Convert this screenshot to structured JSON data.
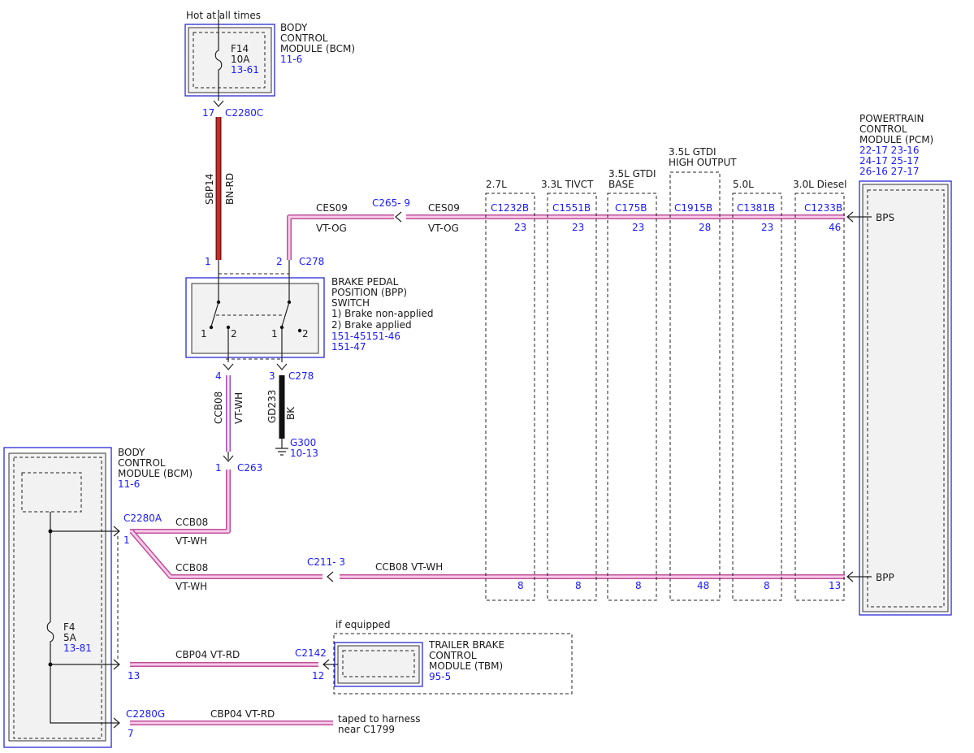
{
  "diagram": {
    "hot_label": "Hot at all times",
    "bcm_top": {
      "name_lines": [
        "BODY",
        "CONTROL",
        "MODULE (BCM)"
      ],
      "ref": "11-6",
      "fuse": "F14",
      "fuse_rating": "10A",
      "fuse_ref": "13-61"
    },
    "conn_c2280c": {
      "pin": "17",
      "id": "C2280C"
    },
    "wire_sbp14": {
      "circuit": "SBP14",
      "color": "BN-RD"
    },
    "ces09_left": {
      "circuit": "CES09",
      "color": "VT-OG"
    },
    "c265": "C265- 9",
    "ces09_right": {
      "circuit": "CES09",
      "color": "VT-OG"
    },
    "bpp": {
      "pin1": "1",
      "pin2": "2",
      "conn": "C278",
      "name_lines": [
        "BRAKE PEDAL",
        "POSITION (BPP)",
        "SWITCH",
        "1) Brake non-applied",
        "2) Brake applied"
      ],
      "ref_lines": [
        "151-45151-46",
        "151-47"
      ],
      "sw_labels": [
        "1",
        "2",
        "1",
        "2"
      ],
      "bottom_pin4": "4",
      "bottom_pin3": "3",
      "bottom_conn": "C278"
    },
    "wire_ccb08_v": {
      "circuit": "CCB08",
      "color": "VT-WH"
    },
    "wire_gd233": {
      "circuit": "GD233",
      "color": "BK"
    },
    "ground": {
      "id": "G300",
      "ref": "10-13"
    },
    "conn_c263": {
      "pin": "1",
      "id": "C263"
    },
    "bcm_bottom": {
      "name_lines": [
        "BODY",
        "CONTROL",
        "MODULE (BCM)"
      ],
      "ref": "11-6",
      "fuse": "F4",
      "fuse_rating": "5A",
      "fuse_ref": "13-81"
    },
    "conn_c2280a": {
      "id": "C2280A",
      "pin": "1"
    },
    "ccb08_upper": {
      "circuit": "CCB08",
      "color": "VT-WH"
    },
    "ccb08_lower": {
      "circuit": "CCB08",
      "color": "VT-WH"
    },
    "c211": "C211- 3",
    "ccb08_right": "CCB08  VT-WH",
    "engines": [
      {
        "name_lines": [
          "2.7L"
        ],
        "conn": "C1232B",
        "pin_top": "23",
        "pin_bottom": "8"
      },
      {
        "name_lines": [
          "3.3L TIVCT"
        ],
        "conn": "C1551B",
        "pin_top": "23",
        "pin_bottom": "8"
      },
      {
        "name_lines": [
          "3.5L GTDI",
          "BASE"
        ],
        "conn": "C175B",
        "pin_top": "23",
        "pin_bottom": "8"
      },
      {
        "name_lines": [
          "3.5L GTDI",
          "HIGH OUTPUT"
        ],
        "conn": "C1915B",
        "pin_top": "28",
        "pin_bottom": "48"
      },
      {
        "name_lines": [
          "5.0L"
        ],
        "conn": "C1381B",
        "pin_top": "23",
        "pin_bottom": "8"
      },
      {
        "name_lines": [
          "3.0L Diesel"
        ],
        "conn": "C1233B",
        "pin_top": "46",
        "pin_bottom": "13"
      }
    ],
    "pcm": {
      "name_lines": [
        "POWERTRAIN",
        "CONTROL",
        "MODULE (PCM)"
      ],
      "ref_lines": [
        "22-17 23-16",
        "24-17 25-17",
        "26-16 27-17"
      ],
      "bps": "BPS",
      "bpp": "BPP"
    },
    "cbp04_tbm": "CBP04  VT-RD",
    "pin13": "13",
    "c2142": {
      "id": "C2142",
      "pin": "12"
    },
    "if_equipped": "if equipped",
    "tbm": {
      "name_lines": [
        "TRAILER BRAKE",
        "CONTROL",
        "MODULE (TBM)"
      ],
      "ref": "95-5"
    },
    "conn_c2280g": {
      "id": "C2280G",
      "pin": "7"
    },
    "cbp04_bottom": "CBP04  VT-RD",
    "taped": [
      "taped to harness",
      "near C1799"
    ]
  }
}
